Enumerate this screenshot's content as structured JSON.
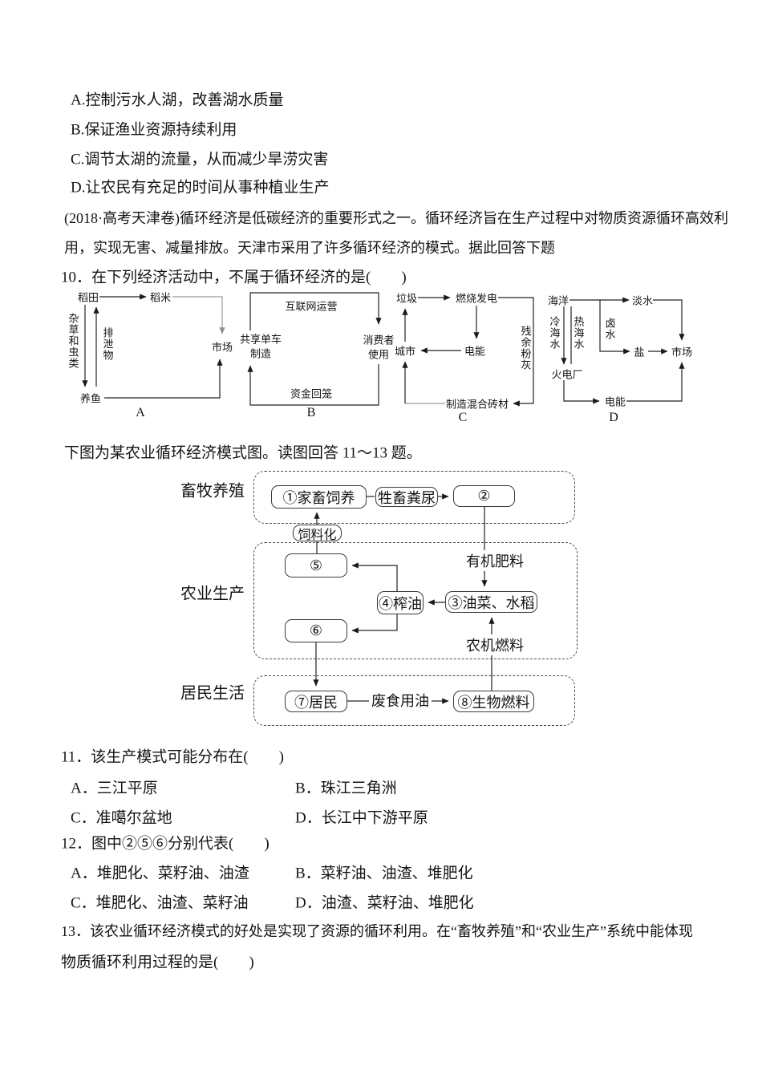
{
  "q9": {
    "options": [
      "A.控制污水人湖，改善湖水质量",
      "B.保证渔业资源持续利用",
      "C.调节太湖的流量，从而减少旱涝灾害",
      "D.让农民有充足的时间从事种植业生产"
    ]
  },
  "intro": {
    "line1": "(2018·高考天津卷)循环经济是低碳经济的重要形式之一。循环经济旨在生产过程中对物质资源循环高效利",
    "line2": "用，实现无害、减量排放。天津市采用了许多循环经济的模式。据此回答下题"
  },
  "q10": {
    "stem": "10．在下列经济活动中，不属于循环经济的是(　　)",
    "diagram_a": {
      "caption": "A",
      "paddy": "稻田",
      "rice": "稻米",
      "market": "市场",
      "fish": "养鱼",
      "weeds": "杂草和虫类",
      "excreta": "排泄物"
    },
    "diagram_b": {
      "caption": "B",
      "maker_line1": "共享单车",
      "maker_line2": "制造",
      "internet": "互联网运营",
      "consumer_line1": "消费者",
      "consumer_line2": "使用",
      "capital": "资金回笼"
    },
    "diagram_c": {
      "caption": "C",
      "garbage": "垃圾",
      "burn": "燃烧发电",
      "power": "电能",
      "city": "城市",
      "ash": "残余粉灰",
      "bricks": "制造混合砖材"
    },
    "diagram_d": {
      "caption": "D",
      "ocean": "海洋",
      "fresh": "淡水",
      "market": "市场",
      "salt": "盐",
      "cold": "冷海水",
      "hot": "热海水",
      "brine": "卤水",
      "plant": "火电厂",
      "power": "电能"
    }
  },
  "agri": {
    "intro": "下图为某农业循环经济模式图。读图回答 11～13 题。",
    "sections": [
      "畜牧养殖",
      "农业生产",
      "居民生活"
    ],
    "nodes": {
      "n1": "①家畜饲养",
      "manure": "牲畜粪尿",
      "n2": "②",
      "feed": "饲料化",
      "n5": "⑤",
      "n4": "④榨油",
      "n3": "③油菜、水稻",
      "n6": "⑥",
      "n7": "⑦居民",
      "n8": "⑧生物燃料"
    },
    "flows": {
      "organic": "有机肥料",
      "machine_fuel": "农机燃料",
      "waste_oil": "废食用油"
    }
  },
  "q11": {
    "stem": "11．该生产模式可能分布在(　　)",
    "options": [
      "A．三江平原",
      "B．珠江三角洲",
      "C．准噶尔盆地",
      "D．长江中下游平原"
    ]
  },
  "q12": {
    "stem": "12．图中②⑤⑥分别代表(　　)",
    "options": [
      "A．堆肥化、菜籽油、油渣",
      "B．菜籽油、油渣、堆肥化",
      "C．堆肥化、油渣、菜籽油",
      "D．油渣、菜籽油、堆肥化"
    ]
  },
  "q13": {
    "line1": "13．该农业循环经济模式的好处是实现了资源的循环利用。在“畜牧养殖”和“农业生产”系统中能体现",
    "line2": "物质循环利用过程的是(　　)"
  }
}
